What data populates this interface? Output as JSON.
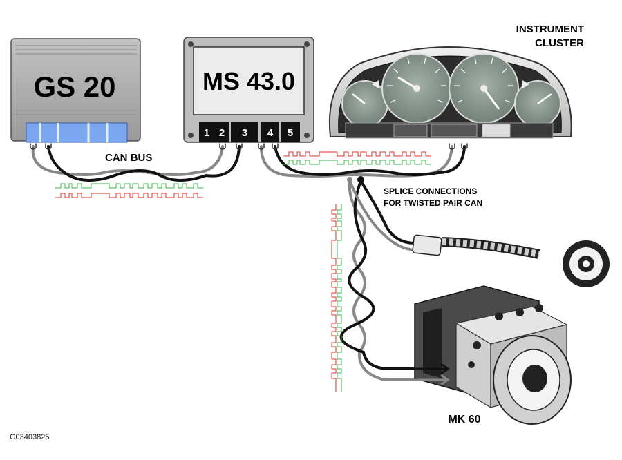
{
  "modules": {
    "gs20": {
      "title": "GS 20"
    },
    "ms43": {
      "title": "MS 43.0",
      "pins": [
        "1",
        "2",
        "3",
        "4",
        "5"
      ]
    },
    "cluster": {
      "label_line1": "INSTRUMENT",
      "label_line2": "CLUSTER"
    },
    "mk60": {
      "label": "MK 60"
    }
  },
  "labels": {
    "can_bus": "CAN BUS",
    "splice_line1": "SPLICE CONNECTIONS",
    "splice_line2": "FOR TWISTED PAIR CAN",
    "figure_id": "G03403825"
  },
  "colors": {
    "wire_dark": "#111111",
    "wire_gray": "#888888",
    "signal_green": "#3bb54a",
    "signal_red": "#e0312a",
    "connector_blue": "#7ba7f0",
    "module_gray": "#a7a7a7",
    "cluster_body": "#d9d9d9",
    "gauge_face": "#7e8c84"
  }
}
